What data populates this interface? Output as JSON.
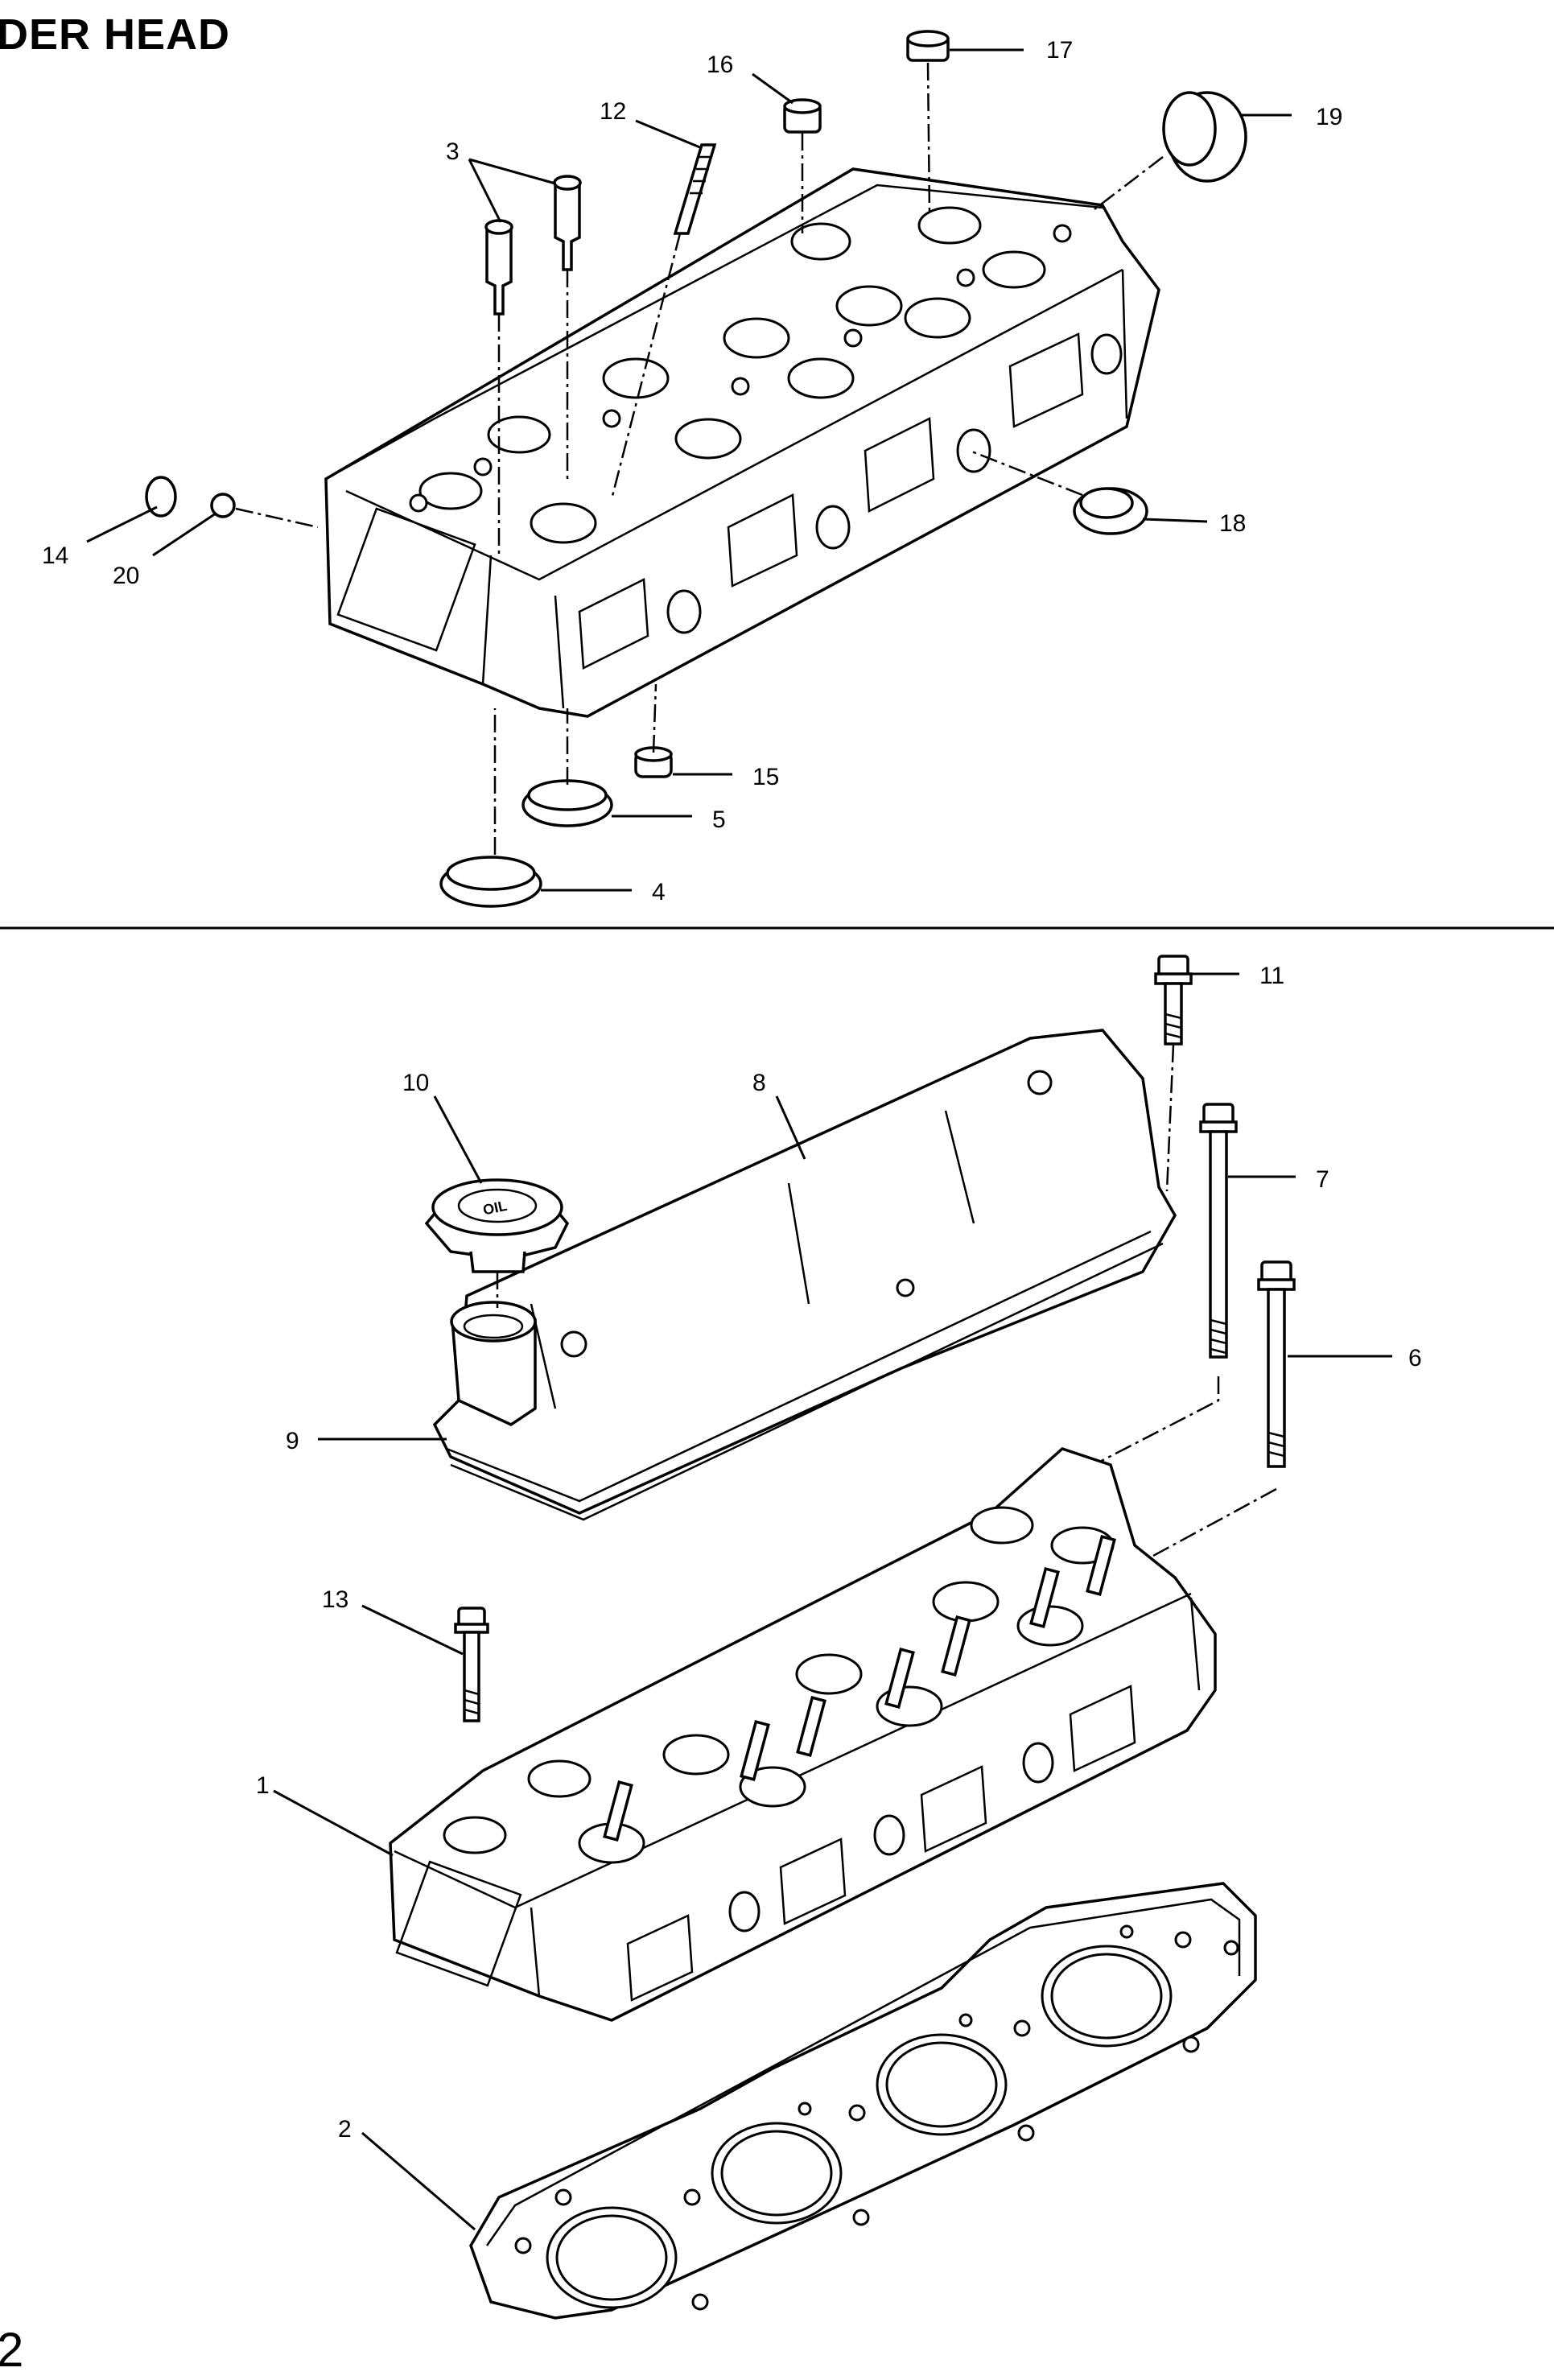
{
  "title": "DER HEAD",
  "page_number": "2",
  "callouts": {
    "c1": "1",
    "c2": "2",
    "c3": "3",
    "c4": "4",
    "c5": "5",
    "c6": "6",
    "c7": "7",
    "c8": "8",
    "c9": "9",
    "c10": "10",
    "c11": "11",
    "c12": "12",
    "c13": "13",
    "c14": "14",
    "c15": "15",
    "c16": "16",
    "c17": "17",
    "c18": "18",
    "c19": "19",
    "c20": "20"
  },
  "oil_cap_marking": "OIL"
}
